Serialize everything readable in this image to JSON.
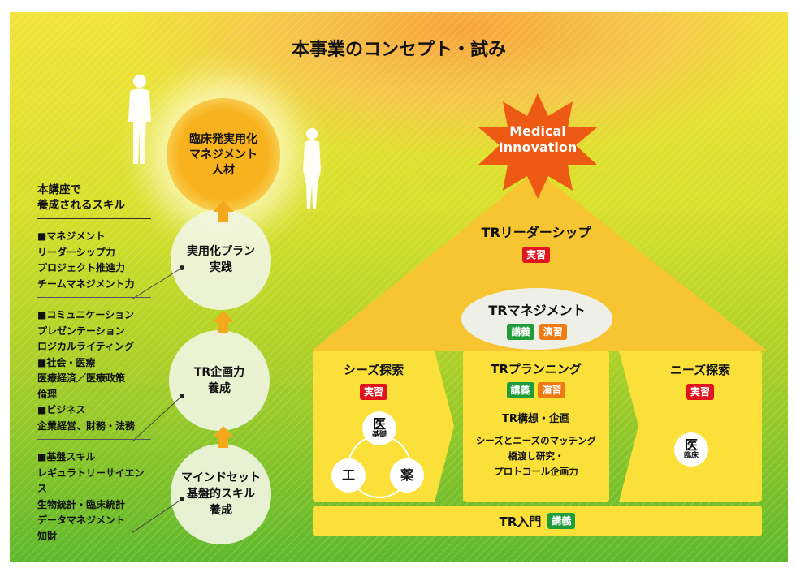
{
  "title": "本事業のコンセプト・試み",
  "goal": {
    "line1": "臨床発実用化",
    "line2": "マネジメント",
    "line3": "人材"
  },
  "stages": [
    {
      "line1": "実用化プラン",
      "line2": "実践"
    },
    {
      "line1": "TR企画力",
      "line2": "養成"
    },
    {
      "line1": "マインドセット",
      "line2": "基盤的スキル",
      "line3": "養成"
    }
  ],
  "skills": {
    "heading1": "本講座で",
    "heading2": "養成されるスキル",
    "groups": [
      [
        "■マネジメント",
        "リーダーシップ力",
        "プロジェクト推進力",
        "チームマネジメント力"
      ],
      [
        "■コミュニケーション",
        "プレゼンテーション",
        "ロジカルライティング",
        "■社会・医療",
        "医療経済／医療政策",
        "倫理",
        "■ビジネス",
        "企業経営、財務・法務"
      ],
      [
        "■基盤スキル",
        "レギュラトリーサイエンス",
        "生物統計・臨床統計",
        "データマネジメント",
        "知財"
      ]
    ]
  },
  "starburst": {
    "line1": "Medical",
    "line2": "Innovation"
  },
  "leadership": {
    "title": "TRリーダーシップ",
    "tag": "実習"
  },
  "management": {
    "title": "TRマネジメント",
    "tag1": "講義",
    "tag2": "演習"
  },
  "seeds": {
    "title": "シーズ探索",
    "tag": "実習",
    "c1": "医",
    "c1sub": "基礎",
    "c2": "工",
    "c3": "薬"
  },
  "planning": {
    "title": "TRプランニング",
    "tag1": "講義",
    "tag2": "演習",
    "sub": "TR構想・企画",
    "l1": "シーズとニーズのマッチング",
    "l2": "橋渡し研究・",
    "l3": "プロトコール企画力"
  },
  "needs": {
    "title": "ニーズ探索",
    "tag": "実習",
    "c1": "医",
    "c1sub": "臨床"
  },
  "intro": {
    "title": "TR入門",
    "tag": "講義"
  }
}
